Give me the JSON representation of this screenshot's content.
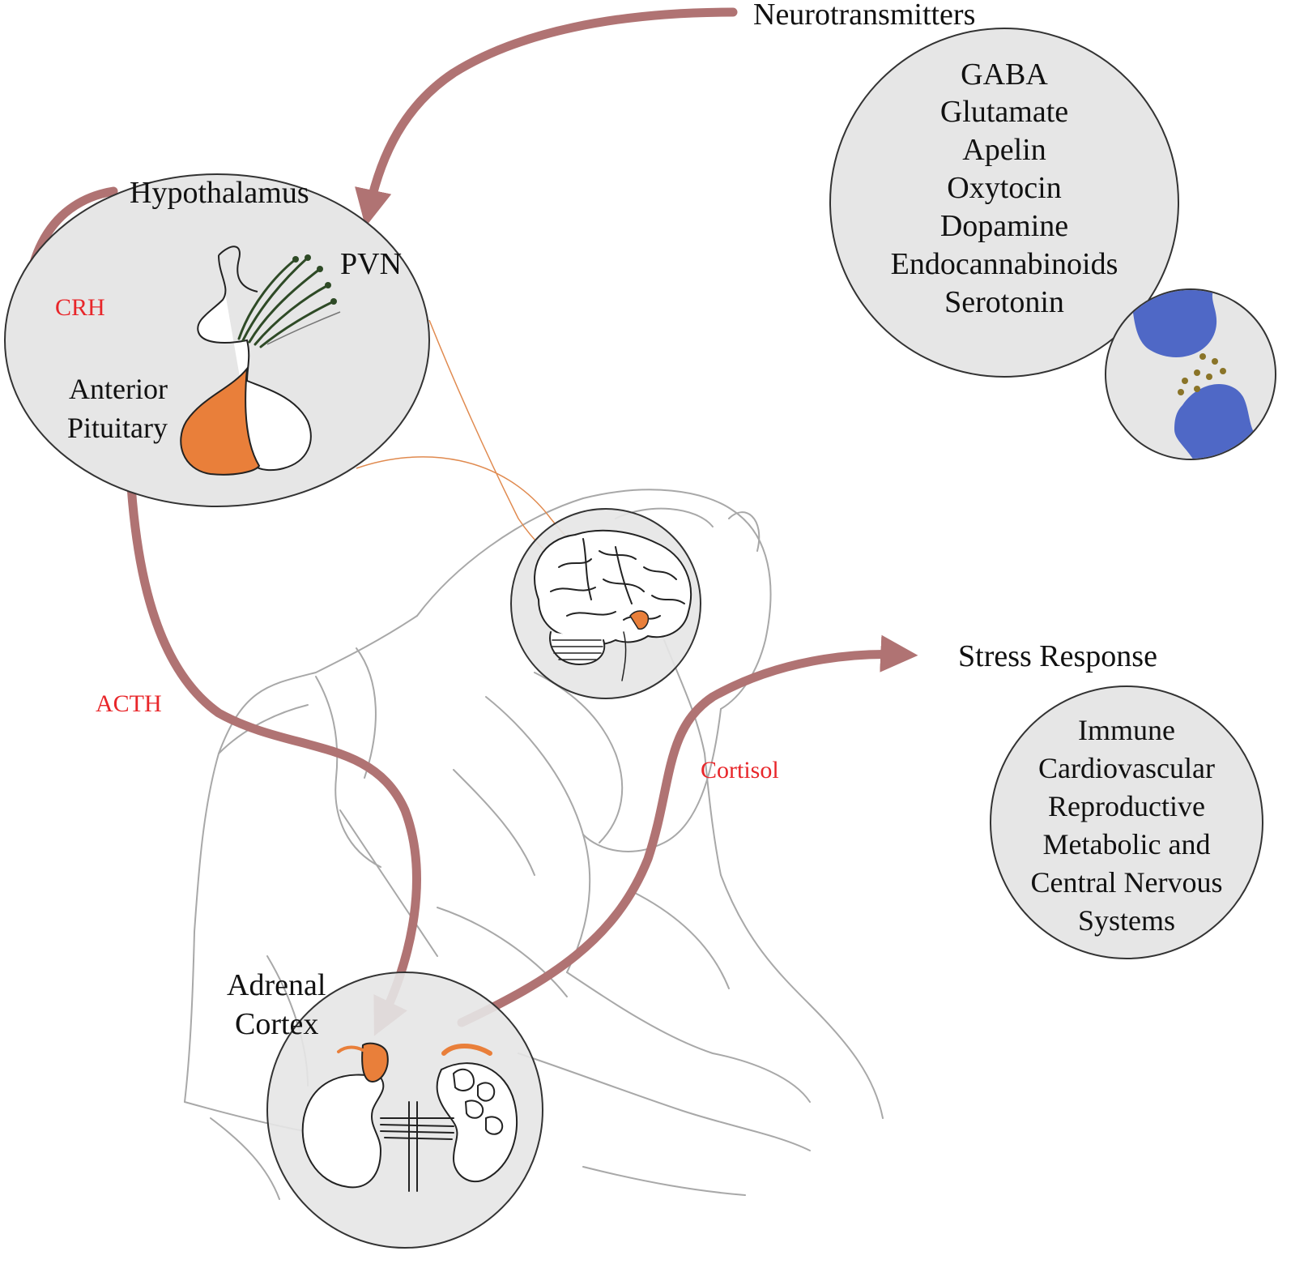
{
  "colors": {
    "arrow": "#b07373",
    "hormone_text": "#e8262a",
    "circle_fill": "#e6e6e6",
    "gland_orange": "#e97f3a",
    "neuron_blue": "#4f68c6",
    "vesicle_brown": "#8a7428",
    "outline": "#222222",
    "sketch_line": "#a8a8a8"
  },
  "labels": {
    "neurotransmitters_title": "Neurotransmitters",
    "hypothalamus": "Hypothalamus",
    "pvn": "PVN",
    "anterior": "Anterior",
    "pituitary": "Pituitary",
    "adrenal": "Adrenal",
    "cortex": "Cortex",
    "stress_response": "Stress Response"
  },
  "hormones": {
    "crh": "CRH",
    "acth": "ACTH",
    "cortisol": "Cortisol"
  },
  "neurotransmitter_list": [
    "GABA",
    "Glutamate",
    "Apelin",
    "Oxytocin",
    "Dopamine",
    "Endocannabinoids",
    "Serotonin"
  ],
  "stress_systems": [
    "Immune",
    "Cardiovascular",
    "Reproductive",
    "Metabolic and",
    "Central Nervous",
    "Systems"
  ],
  "icons": [
    "synapse-icon",
    "brain-icon",
    "pituitary-gland-icon",
    "kidneys-icon",
    "person-sketch"
  ]
}
